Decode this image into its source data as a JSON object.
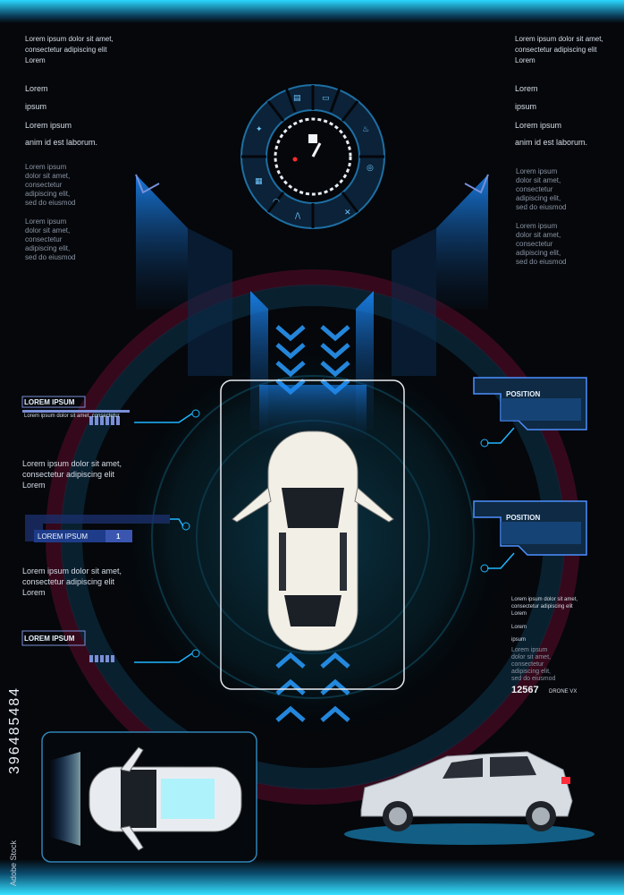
{
  "left_texts": {
    "header": "Lorem ipsum dolor sit amet,\nconsectetur adipiscing elit\nLorem",
    "item1": "Lorem",
    "item2": "ipsum",
    "item3": "Lorem    ipsum",
    "item4": "anim id est laborum.",
    "para1": "Lorem ipsum\ndolor sit amet,\nconsectetur\nadipiscing elit,\nsed do eiusmod",
    "para2": "Lorem ipsum\ndolor sit amet,\nconsectetur\nadipiscing elit,\nsed do eiusmod",
    "mid1": "Lorem ipsum dolor sit amet,\nconsectetur adipiscing elit\nLorem",
    "mid2": "Lorem ipsum dolor sit amet,\nconsectetur adipiscing elit\nLorem"
  },
  "right_texts": {
    "header": "Lorem ipsum dolor sit amet,\nconsectetur adipiscing elit\nLorem",
    "item1": "Lorem",
    "item2": "ipsum",
    "item3": "Lorem    ipsum",
    "item4": "anim id est laborum.",
    "para1": "Lorem ipsum\ndolor sit amet,\nconsectetur\nadipiscing elit,\nsed do eiusmod",
    "para2": "Lorem ipsum\ndolor sit amet,\nconsectetur\nadipiscing elit,\nsed do eiusmod",
    "small_header": "Lorem ipsum dolor sit amet,\nconsectetur adipiscing elit\nLorem",
    "small1": "Lorem",
    "small2": "ipsum",
    "small_para": "Lorem ipsum\ndolor sit amet,\nconsectetur\nadipiscing elit,\nsed do eiusmod",
    "counter_value": "12567",
    "counter_label": "DRONE VX"
  },
  "hud_tags": {
    "lorem_ipsum_1": "LOREM IPSUM",
    "lorem_ipsum_1_sub": "Lorem ipsum dolor sit amet, consectetur",
    "lorem_ipsum_2": "LOREM IPSUM",
    "lorem_ipsum_2_value": "1",
    "lorem_ipsum_3": "LOREM IPSUM",
    "position_1": "POSITION",
    "position_2": "POSITION"
  },
  "watermark": {
    "stock_id": "396485484",
    "credit": "Adobe Stock"
  },
  "colors": {
    "accent": "#1fb6ff",
    "glow": "#37e0ff",
    "ring_red": "#8a1030",
    "panel": "#0f2a44"
  },
  "gauge_icons": [
    "airbag-icon",
    "wiper-icon",
    "oil-can-icon",
    "abs-icon",
    "tools-icon",
    "road-icon",
    "seat-icon",
    "fuel-pump-icon",
    "battery-icon",
    "fuel-gauge-icon"
  ]
}
